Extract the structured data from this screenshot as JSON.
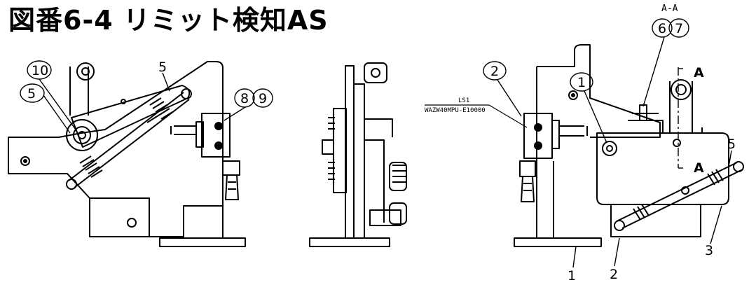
{
  "title": "図番6-4 リミット検知AS",
  "section_label": "A-A",
  "section_mark": "A",
  "ls_label": "LS1",
  "part_number": "WAZW40MPU-E10000",
  "callouts_left": {
    "c10": "10",
    "c5": "5",
    "c5b": "5",
    "c8": "8",
    "c9": "9"
  },
  "callouts_right": {
    "c2": "2",
    "c1": "1",
    "c6": "6",
    "c7": "7",
    "c5": "5",
    "n1": "1",
    "n2": "2",
    "n3": "3"
  }
}
